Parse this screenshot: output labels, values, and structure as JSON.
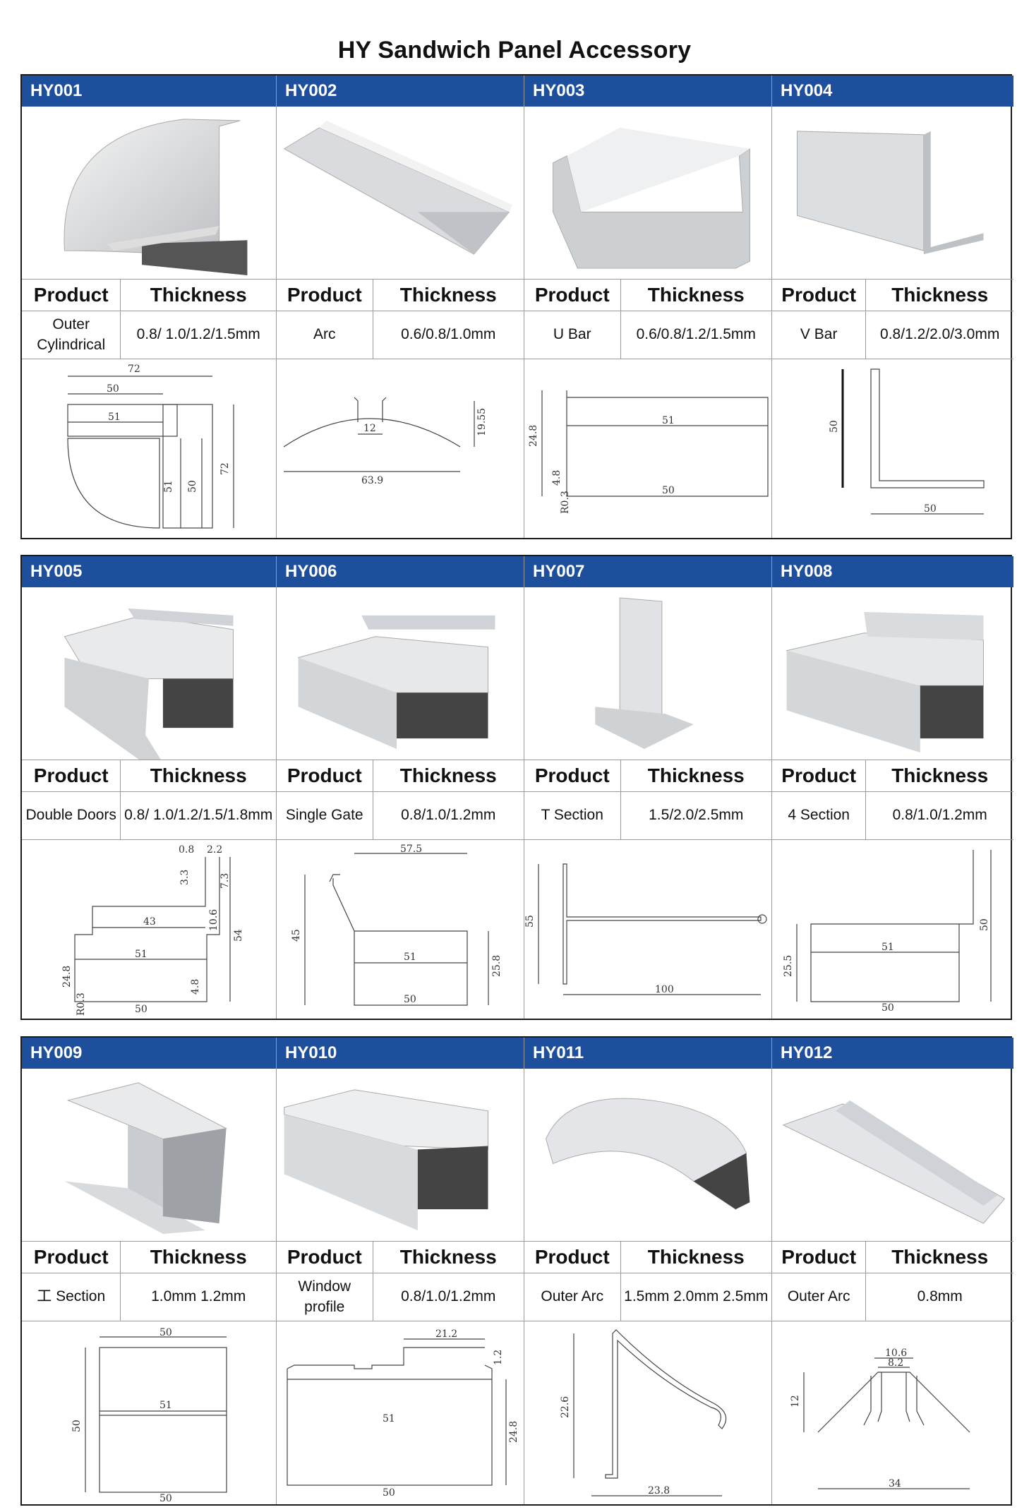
{
  "title": "HY Sandwich Panel Accessory",
  "headers": {
    "product": "Product",
    "thickness": "Thickness"
  },
  "blocks": [
    {
      "items": [
        {
          "code": "HY001",
          "product": "Outer Cylindrical",
          "thickness": "0.8/ 1.0/1.2/1.5mm",
          "dims": [
            "72",
            "50",
            "51",
            "51",
            "50",
            "72"
          ]
        },
        {
          "code": "HY002",
          "product": "Arc",
          "thickness": "0.6/0.8/1.0mm",
          "dims": [
            "12",
            "19.55",
            "63.9"
          ]
        },
        {
          "code": "HY003",
          "product": "U Bar",
          "thickness": "0.6/0.8/1.2/1.5mm",
          "dims": [
            "51",
            "24.8",
            "4.8",
            "R0.3",
            "50"
          ]
        },
        {
          "code": "HY004",
          "product": "V Bar",
          "thickness": "0.8/1.2/2.0/3.0mm",
          "dims": [
            "50",
            "50"
          ]
        }
      ]
    },
    {
      "items": [
        {
          "code": "HY005",
          "product": "Double Doors",
          "thickness": "0.8/ 1.0/1.2/1.5/1.8mm",
          "dims": [
            "0.8",
            "2.2",
            "3.3",
            "7.3",
            "43",
            "10.6",
            "54",
            "24.8",
            "51",
            "4.8",
            "R0.3",
            "50"
          ]
        },
        {
          "code": "HY006",
          "product": "Single Gate",
          "thickness": "0.8/1.0/1.2mm",
          "dims": [
            "57.5",
            "45",
            "51",
            "25.8",
            "50"
          ]
        },
        {
          "code": "HY007",
          "product": "T Section",
          "thickness": "1.5/2.0/2.5mm",
          "dims": [
            "55",
            "100"
          ]
        },
        {
          "code": "HY008",
          "product": "4 Section",
          "thickness": "0.8/1.0/1.2mm",
          "dims": [
            "50",
            "51",
            "25.5",
            "50"
          ]
        }
      ]
    },
    {
      "items": [
        {
          "code": "HY009",
          "product": "工 Section",
          "thickness": "1.0mm 1.2mm",
          "dims": [
            "50",
            "51",
            "50",
            "50"
          ]
        },
        {
          "code": "HY010",
          "product": "Window profile",
          "thickness": "0.8/1.0/1.2mm",
          "dims": [
            "21.2",
            "1.2",
            "51",
            "24.8",
            "50"
          ]
        },
        {
          "code": "HY011",
          "product": "Outer Arc",
          "thickness": "1.5mm 2.0mm 2.5mm",
          "dims": [
            "22.6",
            "23.8"
          ]
        },
        {
          "code": "HY012",
          "product": "Outer Arc",
          "thickness": "0.8mm",
          "dims": [
            "10.6",
            "8.2",
            "12",
            "34"
          ]
        }
      ]
    }
  ]
}
